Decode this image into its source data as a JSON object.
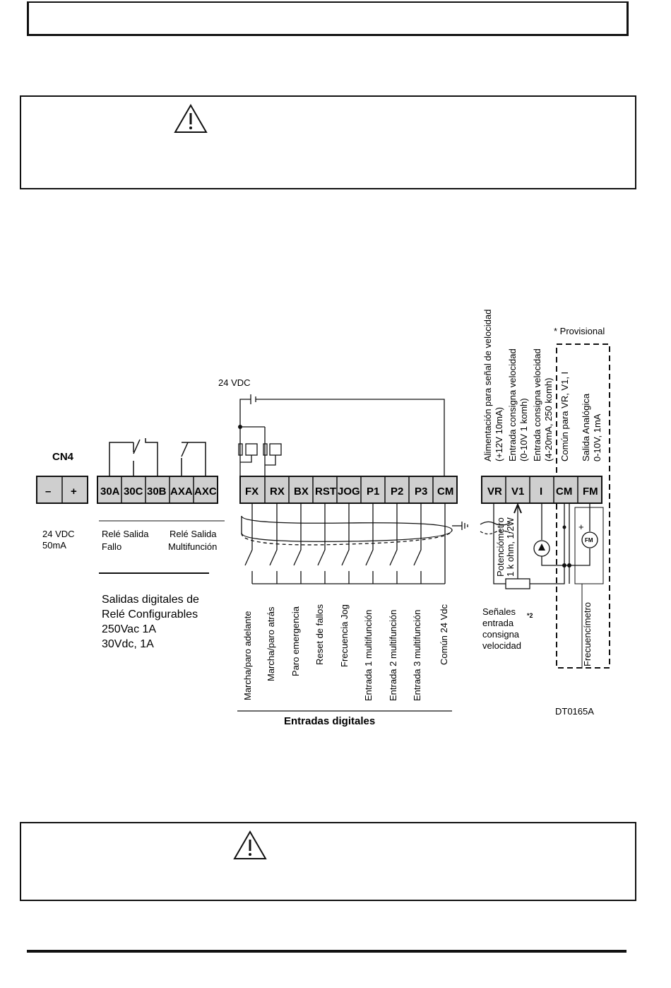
{
  "cn4": {
    "title": "CN4",
    "terminals": [
      "–",
      "+"
    ],
    "caption": [
      "24 VDC",
      "50mA"
    ]
  },
  "relay": {
    "terminals": [
      "30A",
      "30C",
      "30B",
      "AXA",
      "AXC"
    ],
    "fault_caption": [
      "Relé Salida",
      "Fallo"
    ],
    "multi_caption": [
      "Relé Salida",
      "Multifunción"
    ],
    "outputs_caption": [
      "Salidas digitales de",
      "Relé  Configurables",
      "250Vac 1A",
      "30Vdc, 1A"
    ]
  },
  "digital": {
    "supply_label": "24 VDC",
    "terminals": [
      "FX",
      "RX",
      "BX",
      "RST",
      "JOG",
      "P1",
      "P2",
      "P3",
      "CM"
    ],
    "functions": [
      "Marcha/paro adelante",
      "Marcha/paro atrás",
      "Paro emergencia",
      "Reset de fallos",
      "Frecuencia Jog",
      "Entrada 1 multifunción",
      "Entrada 2 multifunción",
      "Entrada 3 multifunción",
      "Común 24 Vdc"
    ],
    "group_title": "Entradas digitales"
  },
  "analog": {
    "terminals": [
      "VR",
      "V1",
      "I",
      "CM",
      "FM"
    ],
    "top_labels": [
      [
        "Alimentación para señal de velocidad",
        "(+12V 10mA)"
      ],
      [
        "Entrada consigna velocidad",
        "(0-10V 1 komh)"
      ],
      [
        "Entrada consigna velocidad",
        "(4-20mA, 250 komh)"
      ],
      [
        "Común para VR, V1, I"
      ],
      [
        "Salida Analógica",
        "0-10V, 1mA"
      ]
    ],
    "provisional": "* Provisional",
    "potentiometer": [
      "Potenciómetro",
      "1 k ohm, 1/2W"
    ],
    "signals_caption": [
      "Señales",
      "entrada",
      "consigna",
      "velocidad"
    ],
    "signals_note": "*2",
    "meter_label": "Frecuencímetro",
    "fm_symbol": "FM",
    "plus_sign": "+"
  },
  "figure_code": "DT0165A"
}
